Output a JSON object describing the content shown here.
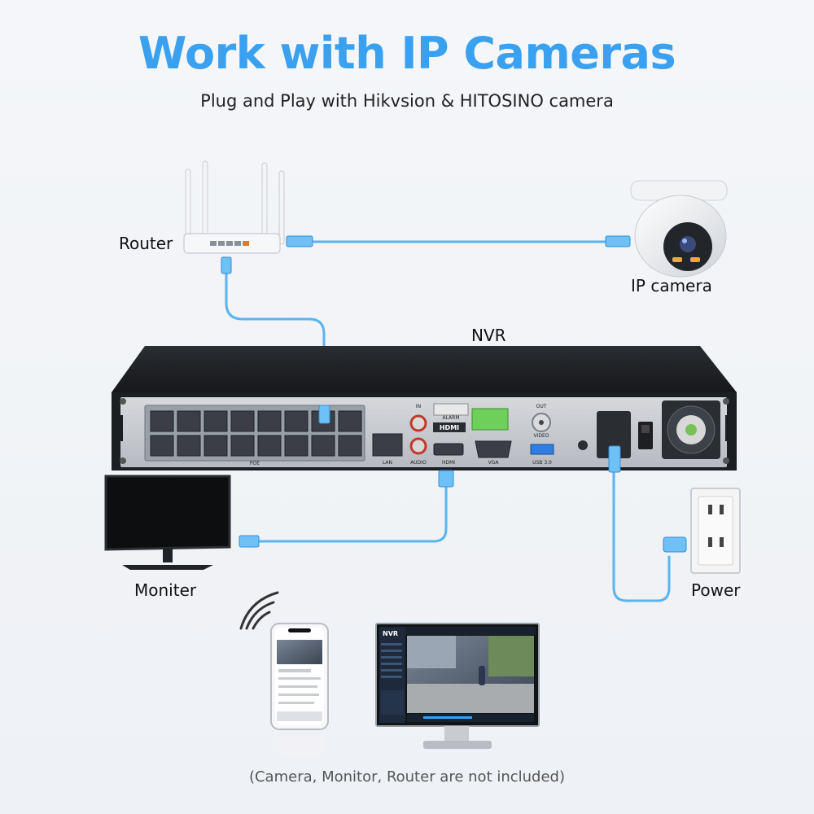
{
  "header": {
    "title": "Work with IP Cameras",
    "subtitle": "Plug and Play with Hikvsion & HITOSINO camera"
  },
  "labels": {
    "router": "Router",
    "ip_camera": "IP camera",
    "nvr": "NVR",
    "monitor": "Moniter",
    "power": "Power"
  },
  "nvr_ports": {
    "poe": "POE",
    "lan": "LAN",
    "audio": "AUDIO",
    "alarm": "ALARM",
    "hdmi": "HDMI",
    "vga": "VGA",
    "usb": "USB 3.0",
    "video": "VIDEO",
    "out": "OUT",
    "in": "IN"
  },
  "screens": {
    "desktop_app": "NVR"
  },
  "footer": {
    "note": "(Camera, Monitor, Router are not included)"
  },
  "colors": {
    "accent": "#3aa0f0",
    "cable": "#5ab4f0",
    "nvr_body": "#1f2226",
    "nvr_panel": "#c9ccd1"
  }
}
